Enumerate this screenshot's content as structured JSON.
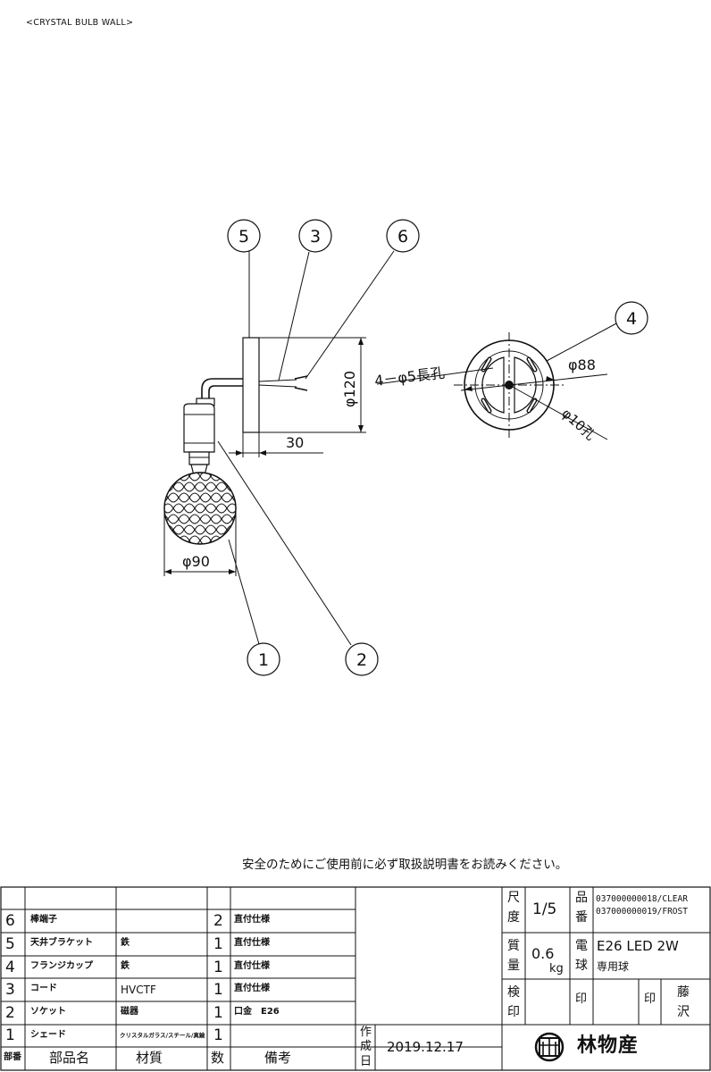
{
  "header": {
    "title": "<CRYSTAL BULB WALL>"
  },
  "callouts": [
    "1",
    "2",
    "3",
    "4",
    "5",
    "6"
  ],
  "dimensions": {
    "shade_dia": "φ90",
    "flange_height": "φ120",
    "flange_depth": "30",
    "flange_dia": "φ88",
    "slots": "4－φ5長孔",
    "center_hole": "φ10孔"
  },
  "safety_note": "安全のためにご使用前に必ず取扱説明書をお読みください。",
  "parts": [
    {
      "no": "6",
      "name": "棒端子",
      "material": "",
      "qty": "2",
      "note": "直付仕様"
    },
    {
      "no": "5",
      "name": "天井ブラケット",
      "material": "鉄",
      "qty": "1",
      "note": "直付仕様"
    },
    {
      "no": "4",
      "name": "フランジカップ",
      "material": "鉄",
      "qty": "1",
      "note": "直付仕様"
    },
    {
      "no": "3",
      "name": "コード",
      "material": "HVCTF",
      "qty": "1",
      "note": "直付仕様"
    },
    {
      "no": "2",
      "name": "ソケット",
      "material": "磁器",
      "qty": "1",
      "note": "口金　E26"
    },
    {
      "no": "1",
      "name": "シェード",
      "material": "クリスタルガラス/スチール/真鍮",
      "qty": "1",
      "note": ""
    }
  ],
  "table_header": {
    "no": "部番",
    "name": "部品名",
    "material": "材質",
    "qty": "数",
    "note": "備考"
  },
  "title_block": {
    "scale_label_1": "尺",
    "scale_label_2": "度",
    "scale": "1/5",
    "partno_label_1": "品",
    "partno_label_2": "番",
    "partno_1": "037000000018/CLEAR",
    "partno_2": "037000000019/FROST",
    "weight_label_1": "質",
    "weight_label_2": "量",
    "weight": "0.6",
    "weight_unit": "kg",
    "bulb_label_1": "電",
    "bulb_label_2": "球",
    "bulb": "E26 LED 2W",
    "bulb_note": "専用球",
    "check_label_1": "検",
    "check_label_2": "印",
    "stamp_1": "印",
    "stamp_2": "印",
    "approver_1": "藤",
    "approver_2": "沢",
    "made_label_1": "作",
    "made_label_2": "成",
    "made_label_3": "日",
    "date": "2019.12.17",
    "company_logo": "林",
    "company": "林物産"
  }
}
